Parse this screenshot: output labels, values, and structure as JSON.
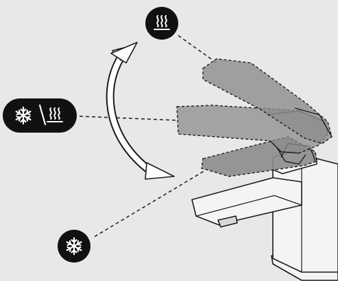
{
  "diagram": {
    "background": "#e8e8e8",
    "badge_color": "#111111",
    "icon_color": "#ffffff",
    "outline_color": "#1a1a1a",
    "handle_fill": "#8c8c8c",
    "positions": [
      {
        "id": "hot",
        "icon": "heat-waves-icon"
      },
      {
        "id": "mixed",
        "icon": "snowflake-slash-heat-waves-icon"
      },
      {
        "id": "cold",
        "icon": "snowflake-icon"
      }
    ],
    "arrow": {
      "icon": "double-headed-curved-arrow"
    }
  }
}
